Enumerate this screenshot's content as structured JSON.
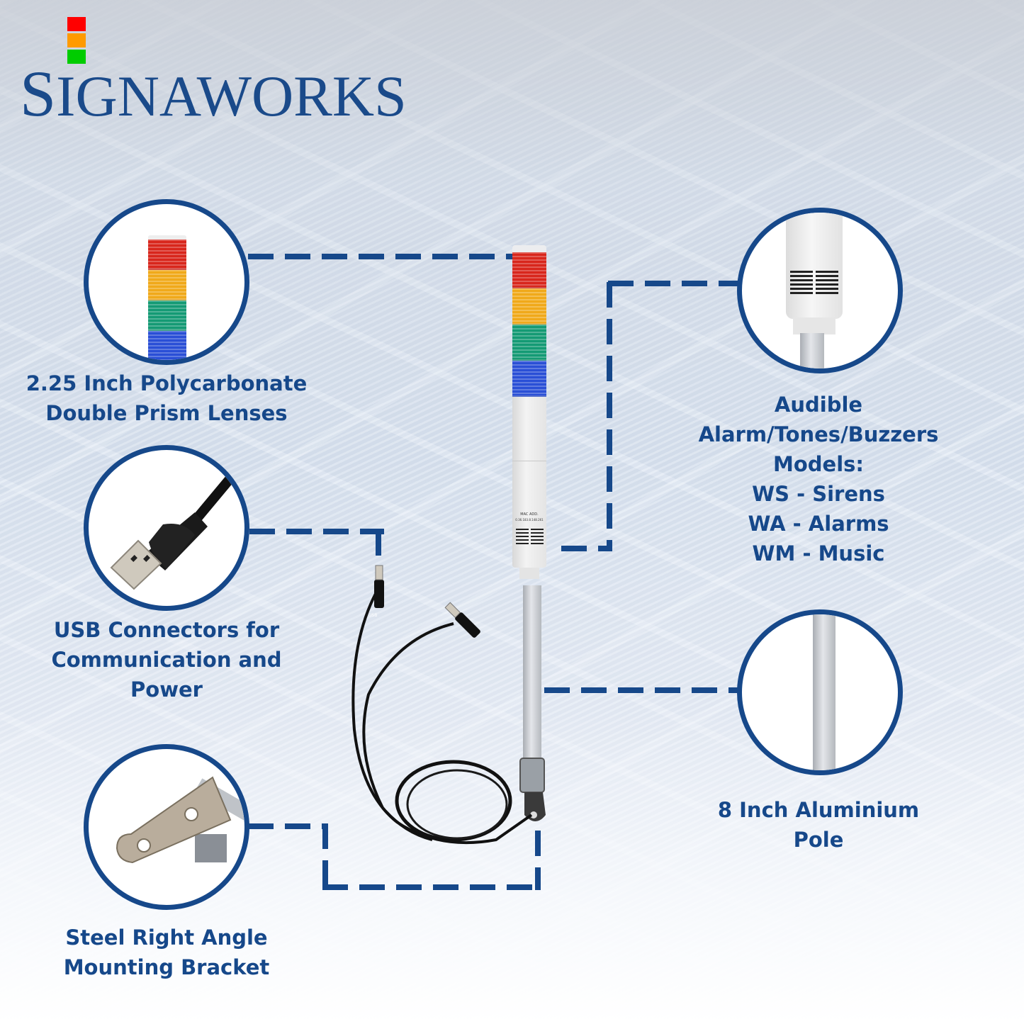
{
  "brand": {
    "first_letter": "S",
    "rest": "IGNAWORKS",
    "lamp_colors": [
      "#ff0000",
      "#ff9a00",
      "#00cc00"
    ],
    "brand_color": "#16488a"
  },
  "features": [
    {
      "id": "lenses",
      "caption_lines": [
        "2.25 Inch Polycarbonate",
        "Double Prism Lenses"
      ],
      "icon": "stack-light-lenses-icon"
    },
    {
      "id": "usb",
      "caption_lines": [
        "USB Connectors for",
        "Communication and",
        "Power"
      ],
      "icon": "usb-connector-icon"
    },
    {
      "id": "bracket",
      "caption_lines": [
        "Steel Right Angle",
        "Mounting Bracket"
      ],
      "icon": "mounting-bracket-icon"
    },
    {
      "id": "alarm",
      "caption_lines": [
        "Audible Alarm/Tones/Buzzers",
        "Models:",
        "WS - Sirens",
        "WA - Alarms",
        "WM - Music"
      ],
      "icon": "buzzer-grille-icon"
    },
    {
      "id": "pole",
      "caption_lines": [
        "8 Inch Aluminium",
        "Pole"
      ],
      "icon": "aluminium-pole-icon"
    }
  ],
  "product": {
    "tiers": [
      "#d8261c",
      "#f0a91a",
      "#149a74",
      "#2a4fd6"
    ],
    "label_line1": "MAC ADD.",
    "label_line2": "0.36.183.8.148.261",
    "cable_tag": "USB"
  }
}
